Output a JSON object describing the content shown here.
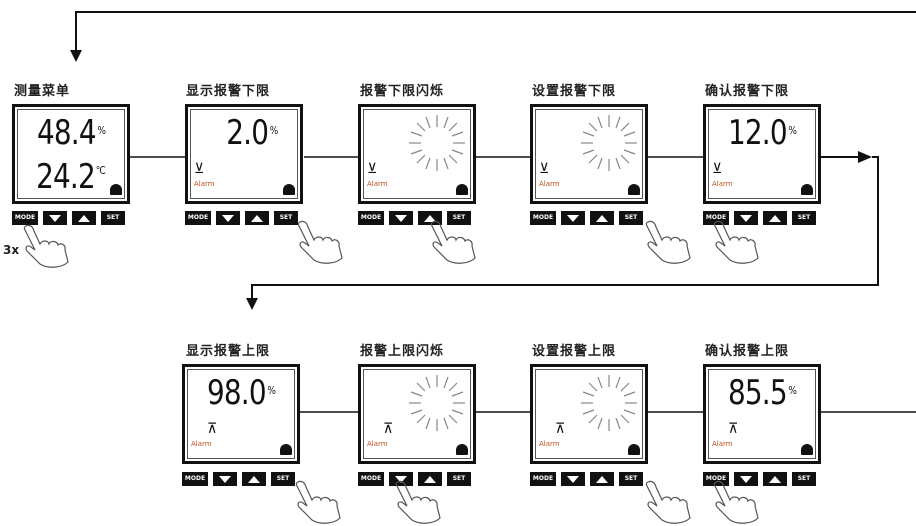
{
  "steps_row1": [
    {
      "label": "测量菜单",
      "value": "48.4",
      "unit": "%",
      "value2": "24.2",
      "unit2": "°C",
      "mode": "measure"
    },
    {
      "label": "显示报警下限",
      "value": "2.0",
      "unit": "%",
      "symbol": "⊻",
      "alarm": "Alarm",
      "mode": "value"
    },
    {
      "label": "报警下限闪烁",
      "symbol": "⊻",
      "alarm": "Alarm",
      "mode": "blink"
    },
    {
      "label": "设置报警下限",
      "symbol": "⊻",
      "alarm": "Alarm",
      "mode": "blink"
    },
    {
      "label": "确认报警下限",
      "value": "12.0",
      "unit": "%",
      "symbol": "⊻",
      "alarm": "Alarm",
      "mode": "value"
    }
  ],
  "steps_row2": [
    {
      "label": "显示报警上限",
      "value": "98.0",
      "unit": "%",
      "symbol": "⊼",
      "alarm": "Alarm",
      "mode": "value"
    },
    {
      "label": "报警上限闪烁",
      "symbol": "⊼",
      "alarm": "Alarm",
      "mode": "blink"
    },
    {
      "label": "设置报警上限",
      "symbol": "⊼",
      "alarm": "Alarm",
      "mode": "blink"
    },
    {
      "label": "确认报警上限",
      "value": "85.5",
      "unit": "%",
      "symbol": "⊼",
      "alarm": "Alarm",
      "mode": "value"
    }
  ],
  "buttons": {
    "mode": "MODE",
    "set": "SET"
  },
  "press_count": "3x"
}
